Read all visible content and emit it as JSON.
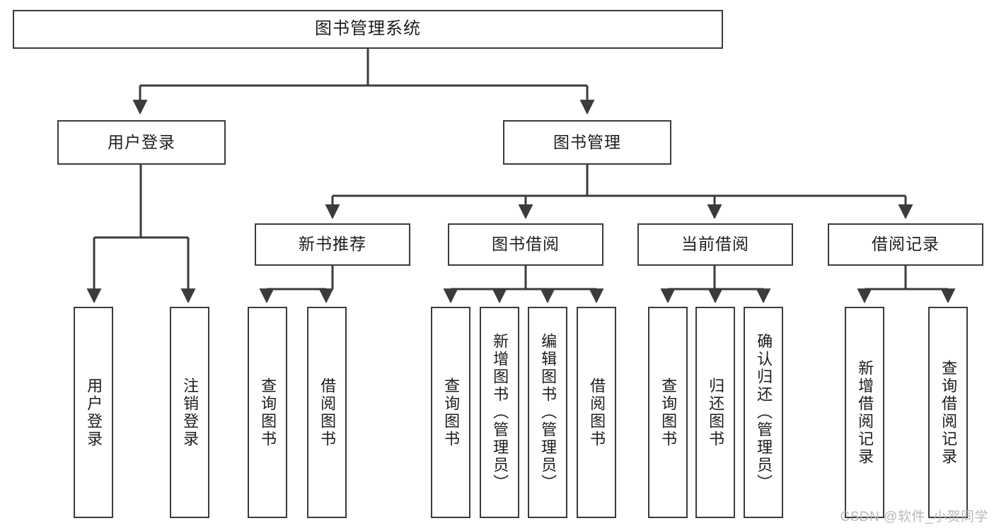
{
  "diagram": {
    "title": "图书管理系统",
    "watermark": "CSDN @软件_小贺同学",
    "colors": {
      "stroke": "#3b3b3b",
      "fill": "#ffffff",
      "text": "#1d1d1d",
      "watermark": "#b9b9b9"
    },
    "levels": {
      "root": {
        "label": "图书管理系统"
      },
      "level2": [
        {
          "id": "user-login",
          "label": "用户登录"
        },
        {
          "id": "book-manage",
          "label": "图书管理"
        }
      ],
      "level3": [
        {
          "id": "new-book-rec",
          "label": "新书推荐"
        },
        {
          "id": "book-borrow",
          "label": "图书借阅"
        },
        {
          "id": "current-borrow",
          "label": "当前借阅"
        },
        {
          "id": "borrow-record",
          "label": "借阅记录"
        }
      ],
      "leaves": [
        {
          "id": "leaf-user-login",
          "label": "用户登录",
          "parent": "user-login"
        },
        {
          "id": "leaf-logout",
          "label": "注销登录",
          "parent": "user-login"
        },
        {
          "id": "leaf-query-book-1",
          "label": "查询图书",
          "parent": "new-book-rec"
        },
        {
          "id": "leaf-borrow-book-1",
          "label": "借阅图书",
          "parent": "new-book-rec"
        },
        {
          "id": "leaf-query-book-2",
          "label": "查询图书",
          "parent": "book-borrow"
        },
        {
          "id": "leaf-add-book",
          "label": "新增图书（管理员）",
          "parent": "book-borrow"
        },
        {
          "id": "leaf-edit-book",
          "label": "编辑图书（管理员）",
          "parent": "book-borrow"
        },
        {
          "id": "leaf-borrow-book-2",
          "label": "借阅图书",
          "parent": "book-borrow"
        },
        {
          "id": "leaf-query-book-3",
          "label": "查询图书",
          "parent": "current-borrow"
        },
        {
          "id": "leaf-return-book",
          "label": "归还图书",
          "parent": "current-borrow"
        },
        {
          "id": "leaf-confirm-return",
          "label": "确认归还（管理员）",
          "parent": "current-borrow"
        },
        {
          "id": "leaf-add-record",
          "label": "新增借阅记录",
          "parent": "borrow-record"
        },
        {
          "id": "leaf-query-record",
          "label": "查询借阅记录",
          "parent": "borrow-record"
        }
      ]
    }
  }
}
